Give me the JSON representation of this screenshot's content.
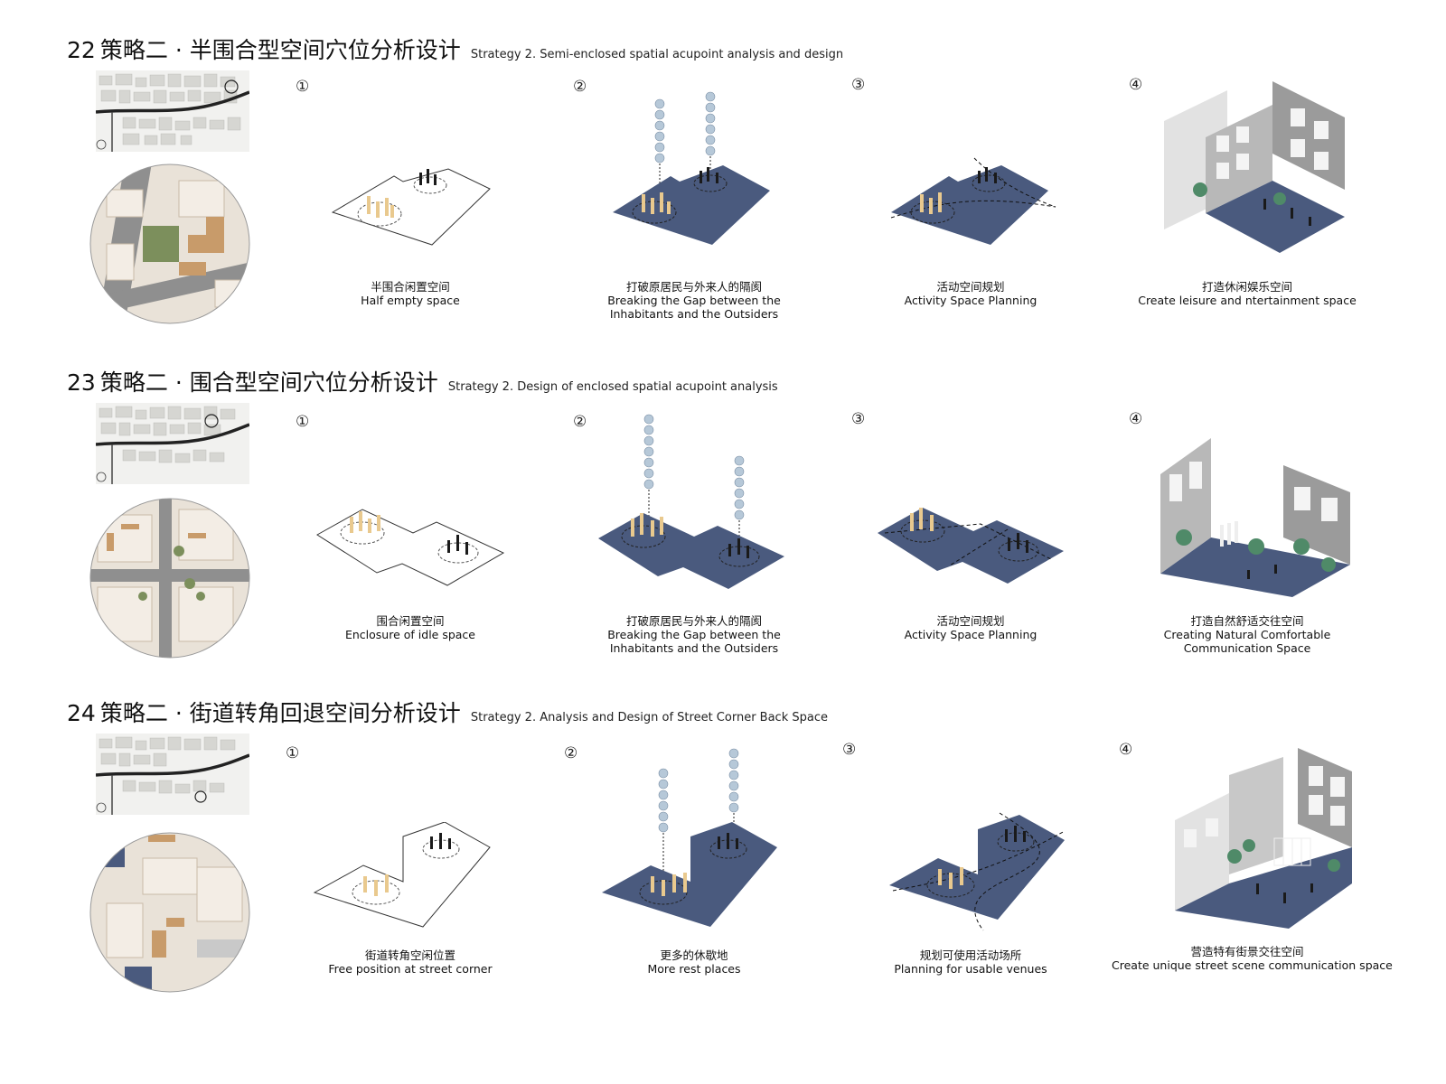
{
  "colors": {
    "plane": "#4a5a7e",
    "figure_local": "#1a1a1a",
    "figure_outsider": "#e9c98e",
    "wall": "#9b9b9b",
    "tree": "#4f8a68",
    "bubble": "#b6c8d8"
  },
  "sections": [
    {
      "num": "22",
      "title_zh": "策略二 · 半围合型空间穴位分析设计",
      "title_en": "Strategy 2. Semi-enclosed spatial acupoint analysis and design",
      "steps": [
        {
          "marker": "①",
          "zh": "半围合闲置空间",
          "en": [
            "Half empty space"
          ]
        },
        {
          "marker": "②",
          "zh": "打破原居民与外来人的隔阂",
          "en": [
            "Breaking the Gap between the",
            "Inhabitants and the Outsiders"
          ]
        },
        {
          "marker": "③",
          "zh": "活动空间规划",
          "en": [
            "Activity Space Planning"
          ]
        },
        {
          "marker": "④",
          "zh": "打造休闲娱乐空间",
          "en": [
            "Create leisure and ntertainment space"
          ]
        }
      ]
    },
    {
      "num": "23",
      "title_zh": "策略二 · 围合型空间穴位分析设计",
      "title_en": "Strategy 2. Design of enclosed spatial acupoint analysis",
      "steps": [
        {
          "marker": "①",
          "zh": "围合闲置空间",
          "en": [
            "Enclosure of idle space"
          ]
        },
        {
          "marker": "②",
          "zh": "打破原居民与外来人的隔阂",
          "en": [
            "Breaking the Gap between the",
            "Inhabitants and the Outsiders"
          ]
        },
        {
          "marker": "③",
          "zh": "活动空间规划",
          "en": [
            "Activity Space Planning"
          ]
        },
        {
          "marker": "④",
          "zh": "打造自然舒适交往空间",
          "en": [
            "Creating Natural Comfortable",
            "Communication Space"
          ]
        }
      ]
    },
    {
      "num": "24",
      "title_zh": "策略二 · 街道转角回退空间分析设计",
      "title_en": "Strategy 2. Analysis and Design of Street Corner Back Space",
      "steps": [
        {
          "marker": "①",
          "zh": "街道转角空闲位置",
          "en": [
            "Free position at street corner"
          ]
        },
        {
          "marker": "②",
          "zh": "更多的休歇地",
          "en": [
            "More rest places"
          ]
        },
        {
          "marker": "③",
          "zh": "规划可使用活动场所",
          "en": [
            "Planning for usable venues"
          ]
        },
        {
          "marker": "④",
          "zh": "营造特有街景交往空间",
          "en": [
            "Create unique street scene communication space"
          ]
        }
      ]
    }
  ]
}
